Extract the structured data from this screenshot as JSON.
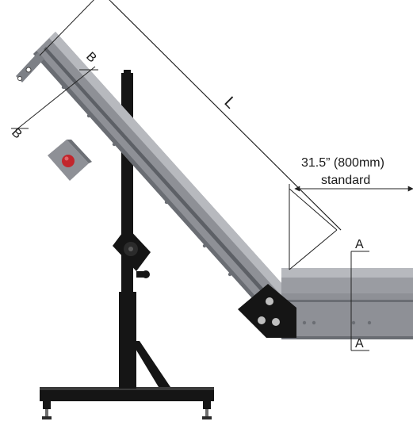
{
  "diagram": {
    "labels": {
      "length": "L",
      "section_b_top": "B",
      "section_b_bottom": "B",
      "section_a_top": "A",
      "section_a_bottom": "A",
      "dimension_value": "31.5” (800mm)",
      "dimension_note": "standard"
    },
    "colors": {
      "frame": "#8e9096",
      "frame_light": "#b7b9be",
      "frame_dark": "#5d6066",
      "stand": "#151515",
      "button": "#c2262c",
      "dim_line": "#222222"
    }
  }
}
